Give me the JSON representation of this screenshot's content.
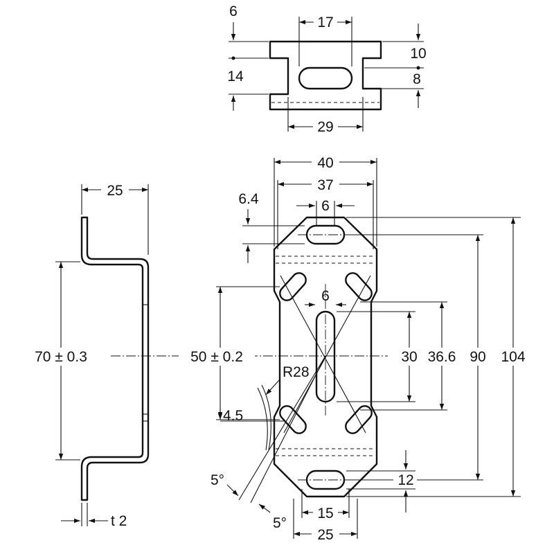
{
  "top_view": {
    "dim_width_top": "17",
    "dim_width_bottom": "29",
    "dim_left_top": "6",
    "dim_left_height": "14",
    "dim_right_top": "10",
    "dim_right_slot": "8"
  },
  "side_view": {
    "dim_flange": "25",
    "dim_height": "70 ± 0.3",
    "dim_thickness": "t 2"
  },
  "front_view": {
    "dim_width_40": "40",
    "dim_width_37": "37",
    "dim_slot_6_top": "6",
    "dim_6_4": "6.4",
    "dim_slot_6_center": "6",
    "dim_pitch_50": "50 ± 0.2",
    "dim_radius": "R28",
    "dim_4_5": "4.5",
    "dim_angle_left": "5°",
    "dim_angle_bottom": "5°",
    "dim_30": "30",
    "dim_36_6": "36.6",
    "dim_90": "90",
    "dim_104": "104",
    "dim_12": "12",
    "dim_15": "15",
    "dim_25": "25"
  }
}
